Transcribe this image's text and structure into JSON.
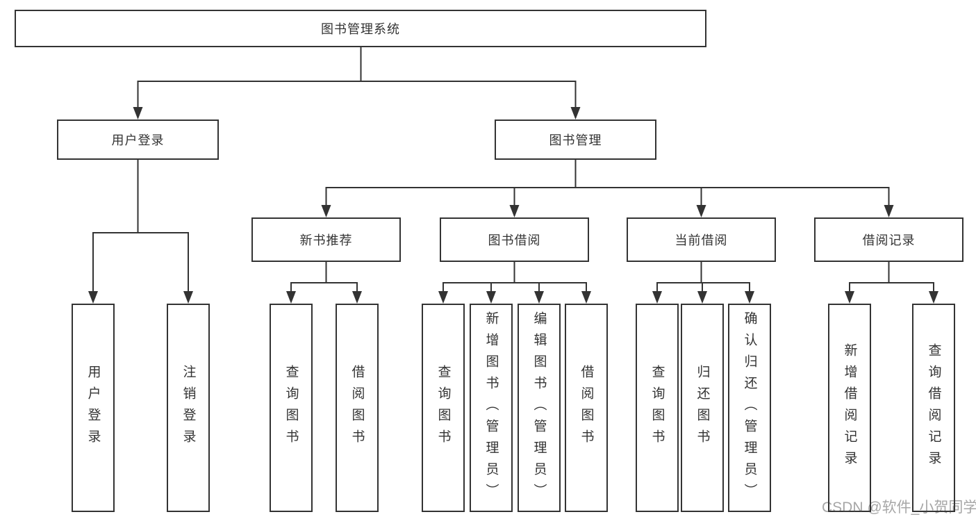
{
  "diagram": {
    "root_label": "图书管理系统",
    "branches": [
      {
        "label": "用户登录",
        "leaves": [
          {
            "label": "用户登录"
          },
          {
            "label": "注销登录"
          }
        ]
      },
      {
        "label": "图书管理",
        "groups": [
          {
            "label": "新书推荐",
            "leaves": [
              {
                "label": "查询图书"
              },
              {
                "label": "借阅图书"
              }
            ]
          },
          {
            "label": "图书借阅",
            "leaves": [
              {
                "label": "查询图书"
              },
              {
                "label": "新增图书（管理员）"
              },
              {
                "label": "编辑图书（管理员）"
              },
              {
                "label": "借阅图书"
              }
            ]
          },
          {
            "label": "当前借阅",
            "leaves": [
              {
                "label": "查询图书"
              },
              {
                "label": "归还图书"
              },
              {
                "label": "确认归还（管理员）"
              }
            ]
          },
          {
            "label": "借阅记录",
            "leaves": [
              {
                "label": "新增借阅记录"
              },
              {
                "label": "查询借阅记录"
              }
            ]
          }
        ]
      }
    ]
  },
  "watermark": {
    "text": "CSDN @软件_小贺同学"
  },
  "colors": {
    "line": "#333333",
    "text": "#333333",
    "box_background": "#ffffff",
    "watermark_gray": "#a2a2a2"
  }
}
